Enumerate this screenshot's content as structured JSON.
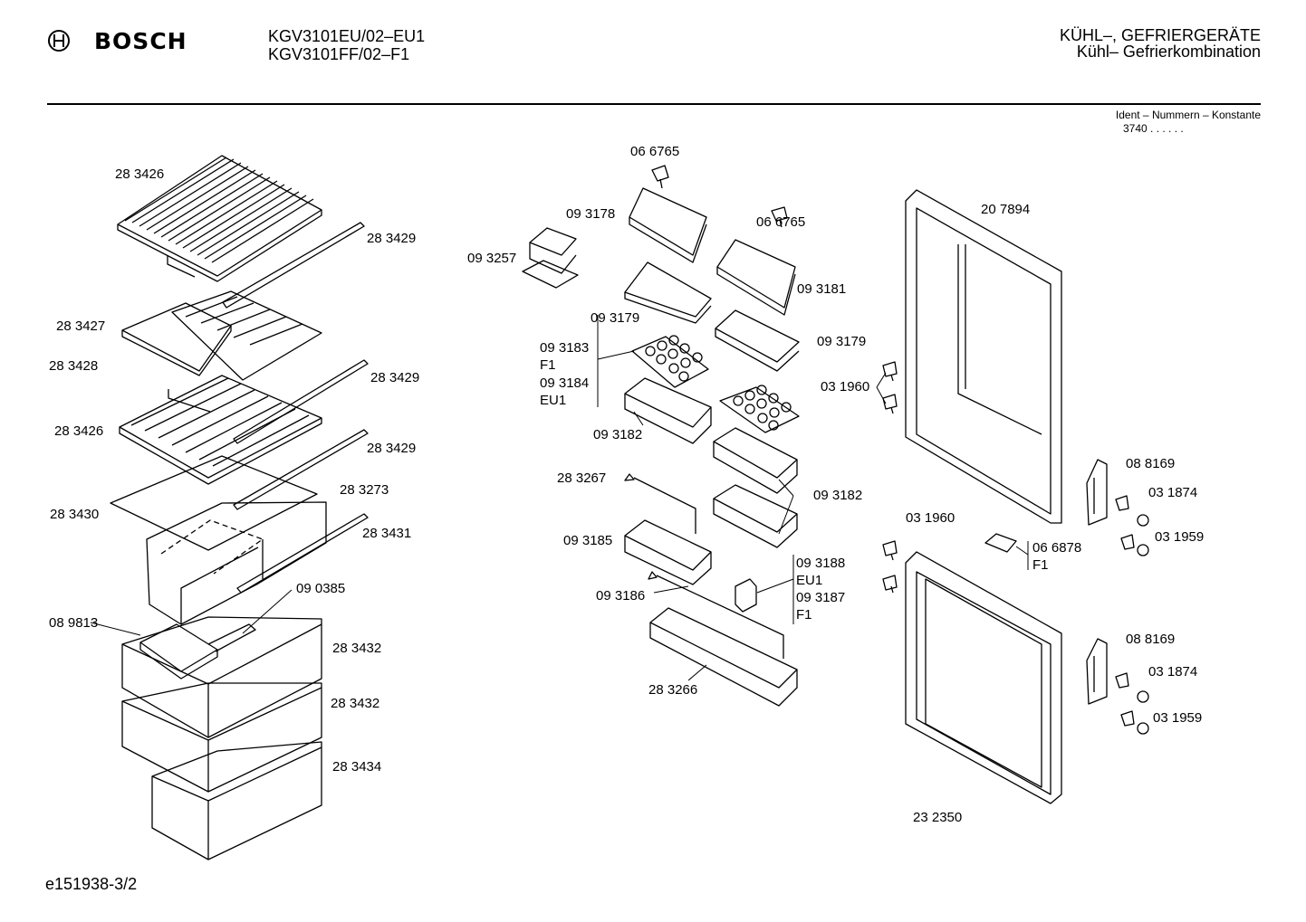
{
  "header": {
    "brand": "BOSCH",
    "models": [
      "KGV3101EU/02–EU1",
      "KGV3101FF/02–F1"
    ],
    "category": "KÜHL–, GEFRIERGERÄTE",
    "subcategory": "Kühl– Gefrierkombination",
    "ident_label": "Ident – Nummern – Konstante",
    "ident_value": "3740 . . . . . ."
  },
  "footer": {
    "drawing_id": "e151938-3/2"
  },
  "parts": {
    "p283426_top": "28 3426",
    "p283429_a": "28 3429",
    "p283427": "28 3427",
    "p283428": "28 3428",
    "p283429_b": "28 3429",
    "p283426_mid": "28 3426",
    "p283429_c": "28 3429",
    "p283273": "28 3273",
    "p283430": "28 3430",
    "p283431": "28 3431",
    "p090385": "09 0385",
    "p089813": "08 9813",
    "p283432_a": "28 3432",
    "p283432_b": "28 3432",
    "p283434": "28 3434",
    "p066765_a": "06 6765",
    "p093178": "09 3178",
    "p066765_b": "06 6765",
    "p093257": "09 3257",
    "p093181": "09 3181",
    "p093179_a": "09 3179",
    "p093179_b": "09 3179",
    "p093183": "09 3183",
    "f1_a": "F1",
    "p093184": "09 3184",
    "eu1_a": "EU1",
    "p093182_a": "09 3182",
    "p283267": "28 3267",
    "p093182_b": "09 3182",
    "p093185": "09 3185",
    "p093188": "09 3188",
    "eu1_b": "EU1",
    "p093187": "09 3187",
    "f1_b": "F1",
    "p093186": "09 3186",
    "p283266": "28 3266",
    "p207894": "20 7894",
    "p031960_a": "03 1960",
    "p088169_a": "08 8169",
    "p031874_a": "03 1874",
    "p031959_a": "03 1959",
    "p031960_b": "03 1960",
    "p066878": "06 6878",
    "f1_c": "F1",
    "p088169_b": "08 8169",
    "p031874_b": "03 1874",
    "p031959_b": "03 1959",
    "p232350": "23 2350"
  }
}
